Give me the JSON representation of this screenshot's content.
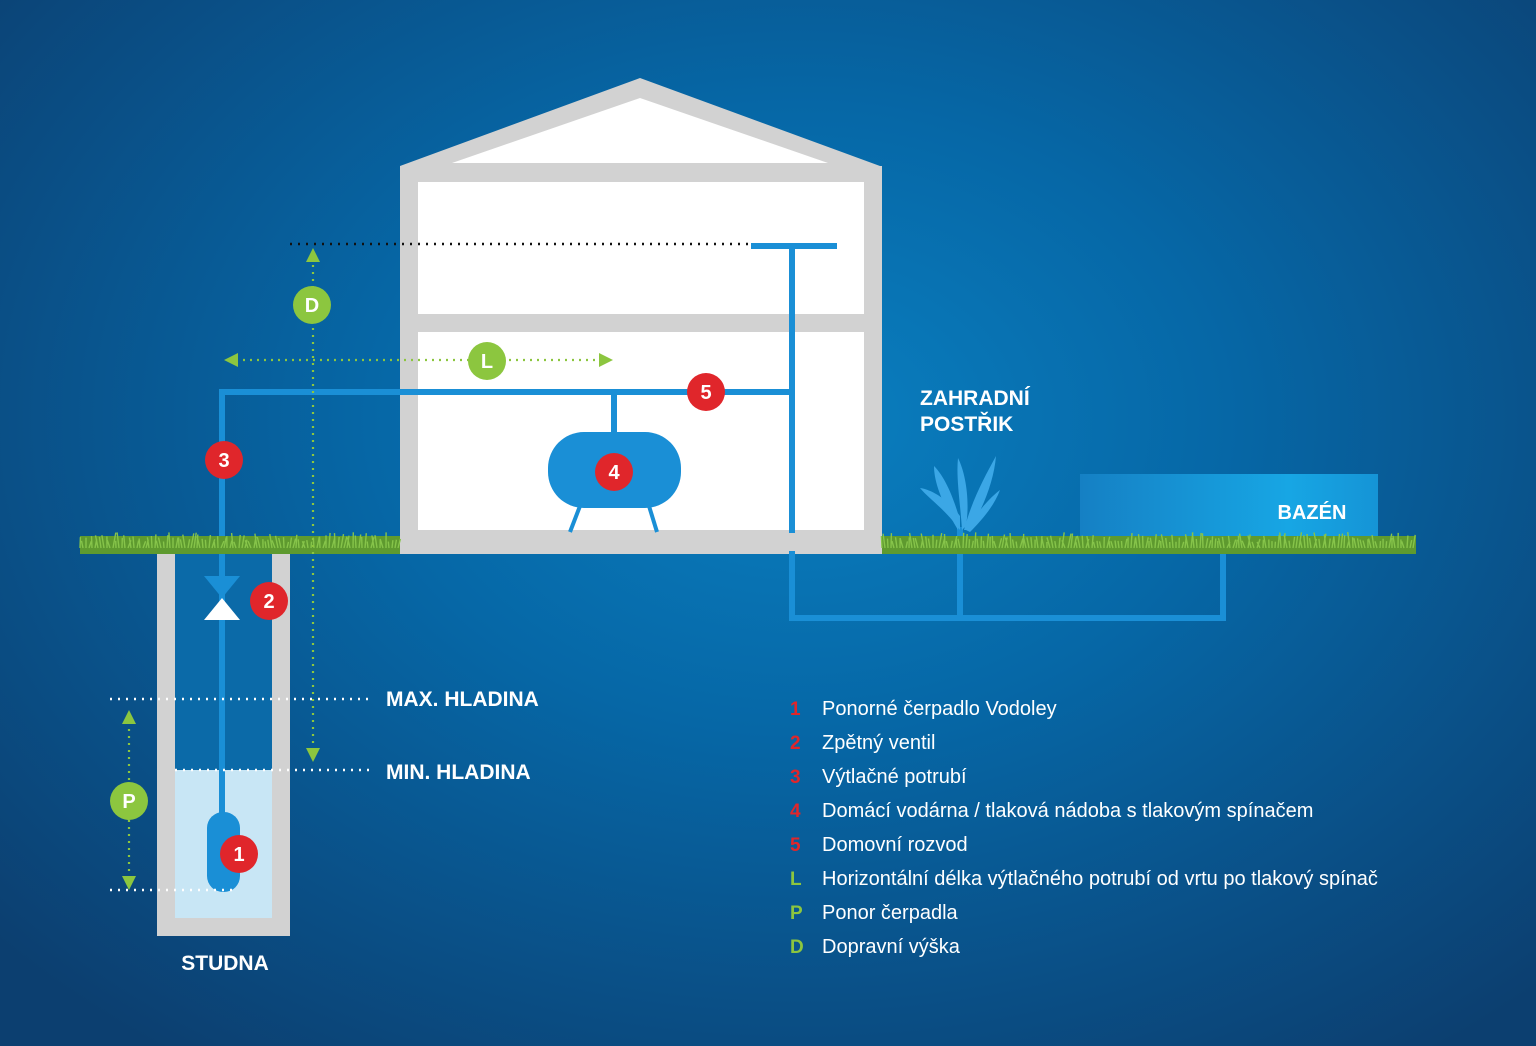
{
  "colors": {
    "accent_red": "#e0262b",
    "accent_green": "#8cc63f",
    "pipe_blue": "#1a8fd6",
    "wall_gray": "#d2d2d2",
    "grass": "#6aa333"
  },
  "labels": {
    "studna": "STUDNA",
    "max_hladina": "MAX. HLADINA",
    "min_hladina": "MIN. HLADINA",
    "zahradni_postrik_line1": "ZAHRADNÍ",
    "zahradni_postrik_line2": "POSTŘIK",
    "bazen": "BAZÉN"
  },
  "badges": {
    "pump": "1",
    "check_valve": "2",
    "discharge_pipe": "3",
    "pressure_tank": "4",
    "house_distribution": "5",
    "horizontal_length": "L",
    "pump_submersion": "P",
    "delivery_height": "D"
  },
  "legend": [
    {
      "key": "1",
      "text": "Ponorné čerpadlo Vodoley",
      "color": "red"
    },
    {
      "key": "2",
      "text": "Zpětný ventil",
      "color": "red"
    },
    {
      "key": "3",
      "text": "Výtlačné potrubí",
      "color": "red"
    },
    {
      "key": "4",
      "text": "Domácí vodárna / tlaková nádoba s tlakovým spínačem",
      "color": "red"
    },
    {
      "key": "5",
      "text": "Domovní rozvod",
      "color": "red"
    },
    {
      "key": "L",
      "text": "Horizontální délka výtlačného potrubí od vrtu po tlakový spínač",
      "color": "green"
    },
    {
      "key": "P",
      "text": "Ponor čerpadla",
      "color": "green"
    },
    {
      "key": "D",
      "text": "Dopravní výška",
      "color": "green"
    }
  ],
  "icons": [
    "grass-strip",
    "check-valve-icon",
    "fountain-icon",
    "pressure-tank-icon",
    "pump-icon",
    "arrow-icon"
  ]
}
